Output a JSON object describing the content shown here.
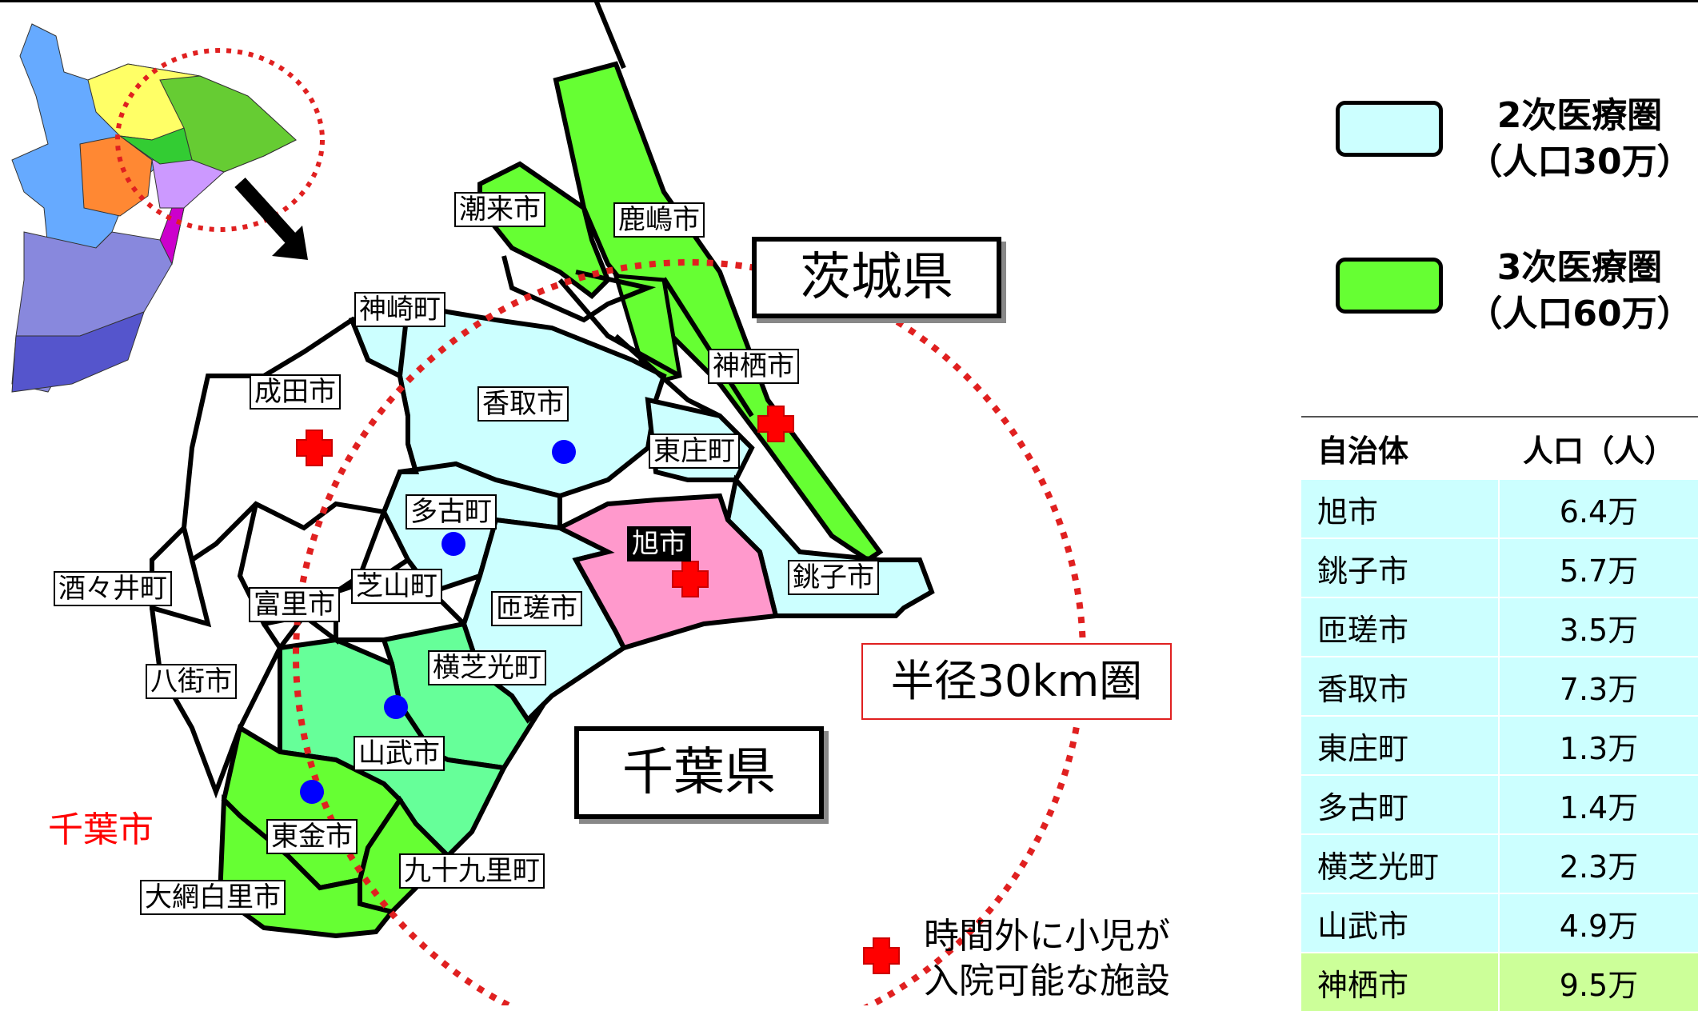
{
  "prefectures": {
    "ibaraki": "茨城県",
    "chiba": "千葉県"
  },
  "radius_label": "半径30km圏",
  "chiba_city_label": "千葉市",
  "municipalities": {
    "itako": "潮来市",
    "kashima": "鹿嶋市",
    "kozaki": "神崎町",
    "narita": "成田市",
    "katori": "香取市",
    "kamisu": "神栖市",
    "tonosho": "東庄町",
    "tako": "多古町",
    "asahi": "旭市",
    "choshi": "銚子市",
    "shisui": "酒々井町",
    "tomisato": "富里市",
    "shibayama": "芝山町",
    "sosa": "匝瑳市",
    "yachimata": "八街市",
    "yokoshibahikari": "横芝光町",
    "sammu": "山武市",
    "togane": "東金市",
    "kujukuri": "九十九里町",
    "oamishirasato": "大網白里市"
  },
  "legend": {
    "secondary": {
      "line1": "2次医療圏",
      "line2": "（人口30万）",
      "color": "#ccffff"
    },
    "tertiary": {
      "line1": "3次医療圏",
      "line2": "（人口60万）",
      "color": "#66ff33"
    }
  },
  "hospital_note": {
    "line1": "時間外に小児が",
    "line2": "入院可能な施設"
  },
  "table": {
    "headers": [
      "自治体",
      "人口（人）"
    ],
    "rows": [
      {
        "name": "旭市",
        "population": "6.4万"
      },
      {
        "name": "銚子市",
        "population": "5.7万"
      },
      {
        "name": "匝瑳市",
        "population": "3.5万"
      },
      {
        "name": "香取市",
        "population": "7.3万"
      },
      {
        "name": "東庄町",
        "population": "1.3万"
      },
      {
        "name": "多古町",
        "population": "1.4万"
      },
      {
        "name": "横芝光町",
        "population": "2.3万"
      },
      {
        "name": "山武市",
        "population": "4.9万"
      },
      {
        "name": "神栖市",
        "population": "9.5万"
      }
    ]
  },
  "colors": {
    "secondary_area": "#ccffff",
    "tertiary_area": "#66ff33",
    "sammu_area": "#66ff99",
    "asahi_area": "#ff99cc",
    "table_secondary_row": "#ccffff",
    "table_tertiary_row": "#ccff99",
    "hospital_cross": "#ff0000",
    "radius_circle": "#e02020",
    "clinic_dot": "#0000ff"
  }
}
